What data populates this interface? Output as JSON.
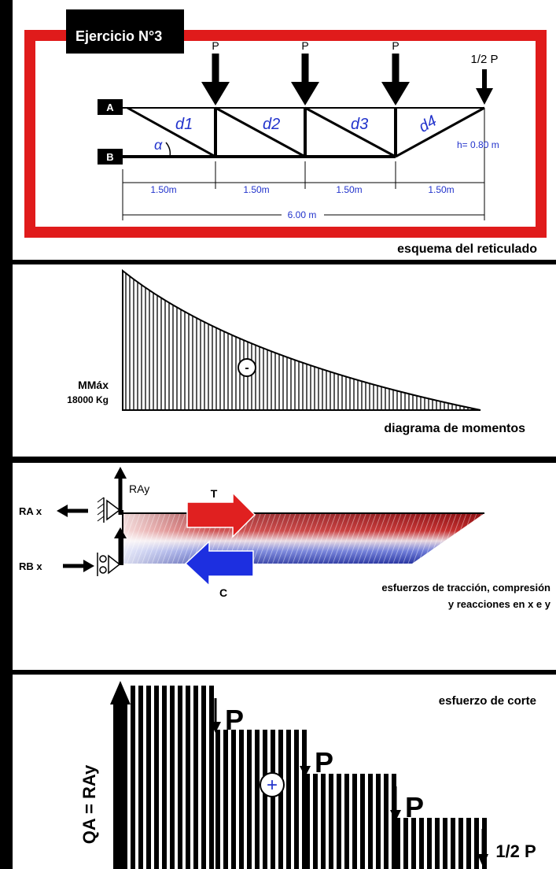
{
  "colors": {
    "frame_red": "#e01b1b",
    "member_blue": "#2233cc",
    "tension_red": "#e02020",
    "compression_blue": "#1d2fe0",
    "ink": "#000000"
  },
  "panel1": {
    "title": "Ejercicio N°3",
    "node_a": "A",
    "node_b": "B",
    "loads": [
      "P",
      "P",
      "P",
      "1/2 P"
    ],
    "diagonals": [
      "d1",
      "d2",
      "d3",
      "d4"
    ],
    "angle": "α",
    "height": "h= 0.80 m",
    "spans": [
      "1.50m",
      "1.50m",
      "1.50m",
      "1.50m"
    ],
    "total": "6.00 m",
    "caption": "esquema del reticulado"
  },
  "panel2": {
    "sign": "-",
    "mmax_label": "MMáx",
    "mmax_value": "18000 Kg",
    "caption": "diagrama de momentos"
  },
  "panel3": {
    "rax": "RA x",
    "ray": "RAy",
    "rbx": "RB x",
    "tension": "T",
    "compression": "C",
    "caption_line1": "esfuerzos de tracción, compresión",
    "caption_line2": "y reacciones en x e y"
  },
  "panel4": {
    "title": "esfuerzo de corte",
    "qa_label": "QA = RAy",
    "sign": "+",
    "loads": [
      "P",
      "P",
      "P",
      "1/2 P"
    ]
  }
}
